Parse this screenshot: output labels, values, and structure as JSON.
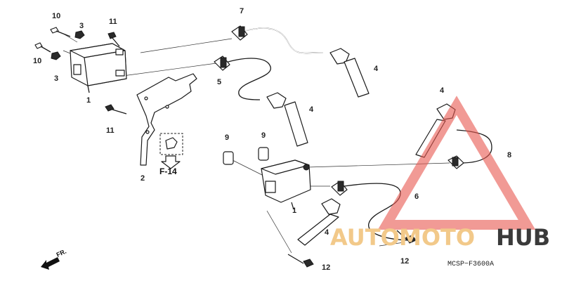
{
  "diagram": {
    "parts": [
      {
        "id": "label-10a",
        "number": "10"
      },
      {
        "id": "label-3a",
        "number": "3"
      },
      {
        "id": "label-11a",
        "number": "11"
      },
      {
        "id": "label-7",
        "number": "7"
      },
      {
        "id": "label-10b",
        "number": "10"
      },
      {
        "id": "label-3b",
        "number": "3"
      },
      {
        "id": "label-1a",
        "number": "1"
      },
      {
        "id": "label-5",
        "number": "5"
      },
      {
        "id": "label-4a",
        "number": "4"
      },
      {
        "id": "label-4b",
        "number": "4"
      },
      {
        "id": "label-11b",
        "number": "11"
      },
      {
        "id": "label-2",
        "number": "2"
      },
      {
        "id": "label-9a",
        "number": "9"
      },
      {
        "id": "label-9b",
        "number": "9"
      },
      {
        "id": "label-4c",
        "number": "4"
      },
      {
        "id": "label-8",
        "number": "8"
      },
      {
        "id": "label-6",
        "number": "6"
      },
      {
        "id": "label-1b",
        "number": "1"
      },
      {
        "id": "label-4d",
        "number": "4"
      },
      {
        "id": "label-12a",
        "number": "12"
      },
      {
        "id": "label-12b",
        "number": "12"
      }
    ],
    "reference": "F-14",
    "front_marker": "FR.",
    "drawing_code": "MCSP−F3600A"
  },
  "watermark": {
    "part1": "AUTO",
    "part2": "MOTO",
    "part3": "HUB",
    "colors": {
      "triangle": "#e8564f",
      "auto": "#f2c98a",
      "moto": "#f2c98a",
      "hub": "#3a3a3a"
    }
  }
}
